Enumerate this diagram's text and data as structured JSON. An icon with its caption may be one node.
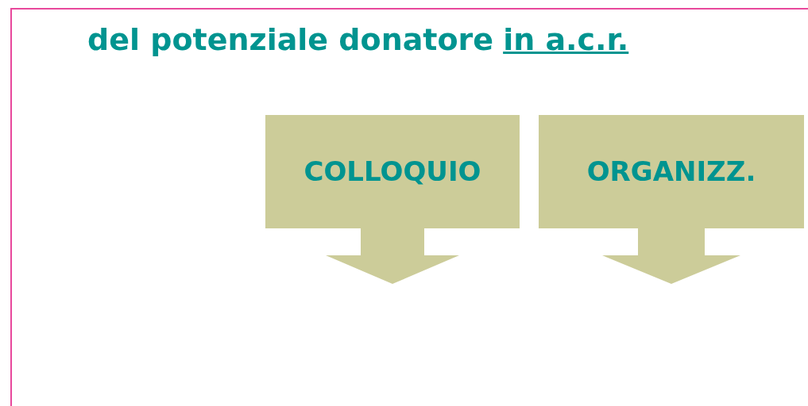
{
  "diagram": {
    "title": "del potenziale donatore",
    "nodes": [
      {
        "text": [
          "COLLOQUIO"
        ]
      },
      {
        "text": [
          "ORGANIZZ."
        ]
      }
    ],
    "edges": [
      {
        "from": 0,
        "to": null,
        "arrow": "to",
        "style": "thick"
      },
      {
        "from": 1,
        "to": null,
        "arrow": "to",
        "style": "thick"
      }
    ],
    "labels": [
      "in a.c.r."
    ]
  }
}
